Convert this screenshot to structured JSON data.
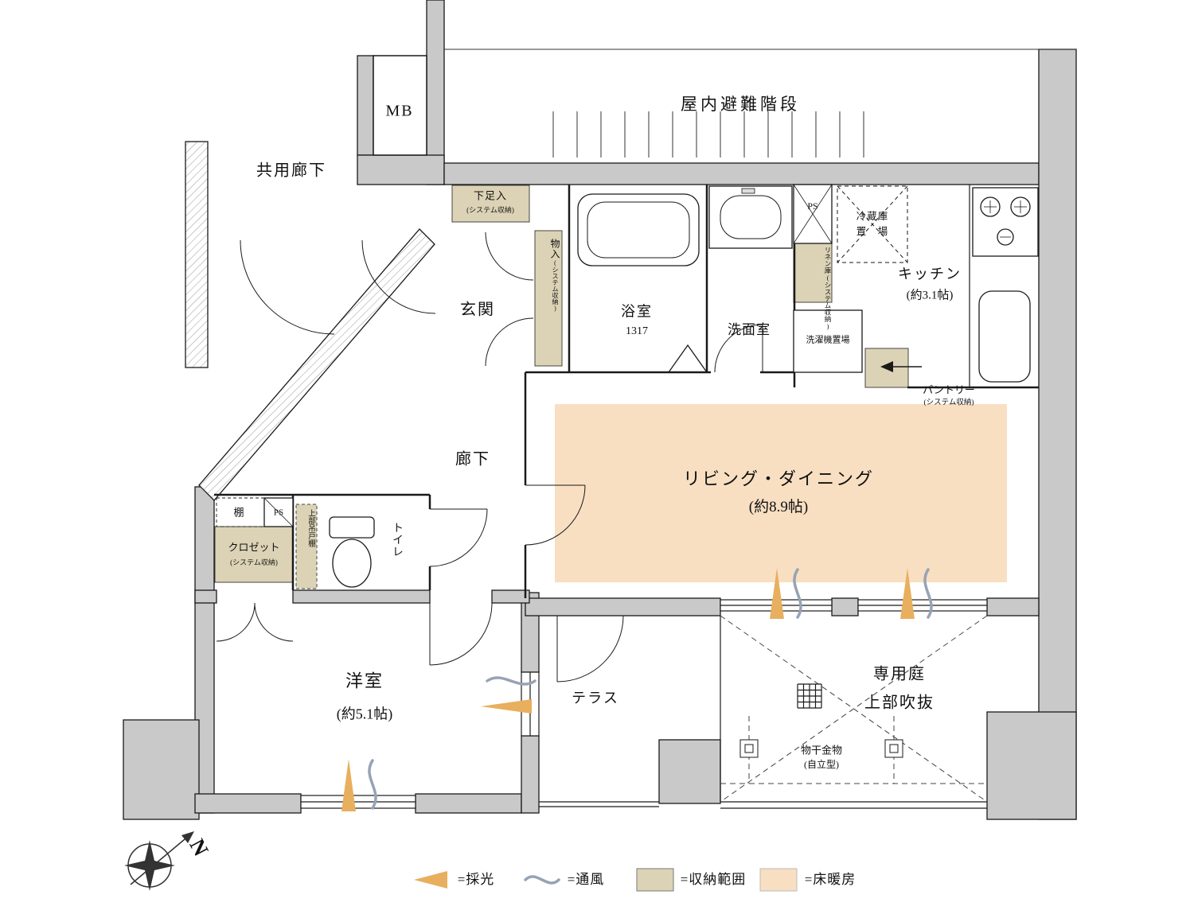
{
  "colors": {
    "wall_gray": "#c9c9c9",
    "storage_beige": "#dcd3b6",
    "floor_heating_peach": "#f8dfc2",
    "daylight_orange": "#e8af5e",
    "ventilation_blue": "#97a3b5",
    "line_black": "#1a1a1a"
  },
  "labels": {
    "mb": "MB",
    "common_corridor": "共用廊下",
    "escape_stairs": "屋内避難階段",
    "shoe_cabinet": "下足入",
    "shoe_cabinet_sub": "(システム収納)",
    "entrance": "玄関",
    "storage_closet": "物入",
    "storage_closet_sub": "(システム収納)",
    "bathroom": "浴室",
    "bathroom_size": "1317",
    "washroom": "洗面室",
    "ps_top": "PS",
    "linen": "リネン庫(システム収納)",
    "fridge_line1": "冷蔵庫",
    "fridge_line2": "置　場",
    "kitchen": "キッチン",
    "kitchen_size": "(約3.1帖)",
    "laundry": "洗濯機置場",
    "pantry": "パントリー",
    "pantry_sub": "(システム収納)",
    "living": "リビング・ダイニング",
    "living_size": "(約8.9帖)",
    "corridor": "廊下",
    "shelf": "棚",
    "ps_mid": "PS",
    "closet": "クロゼット",
    "closet_sub": "(システム収納)",
    "upper_cabinet": "上部吊戸棚",
    "toilet": "トイレ",
    "bedroom": "洋室",
    "bedroom_size": "(約5.1帖)",
    "terrace": "テラス",
    "garden": "専用庭",
    "void_above": "上部吹抜",
    "pole_line1": "物干金物",
    "pole_line2": "(自立型)",
    "north": "N"
  },
  "legend": {
    "daylight": "=採光",
    "ventilation": "=通風",
    "storage": "=収納範囲",
    "floor_heating": "=床暖房"
  }
}
